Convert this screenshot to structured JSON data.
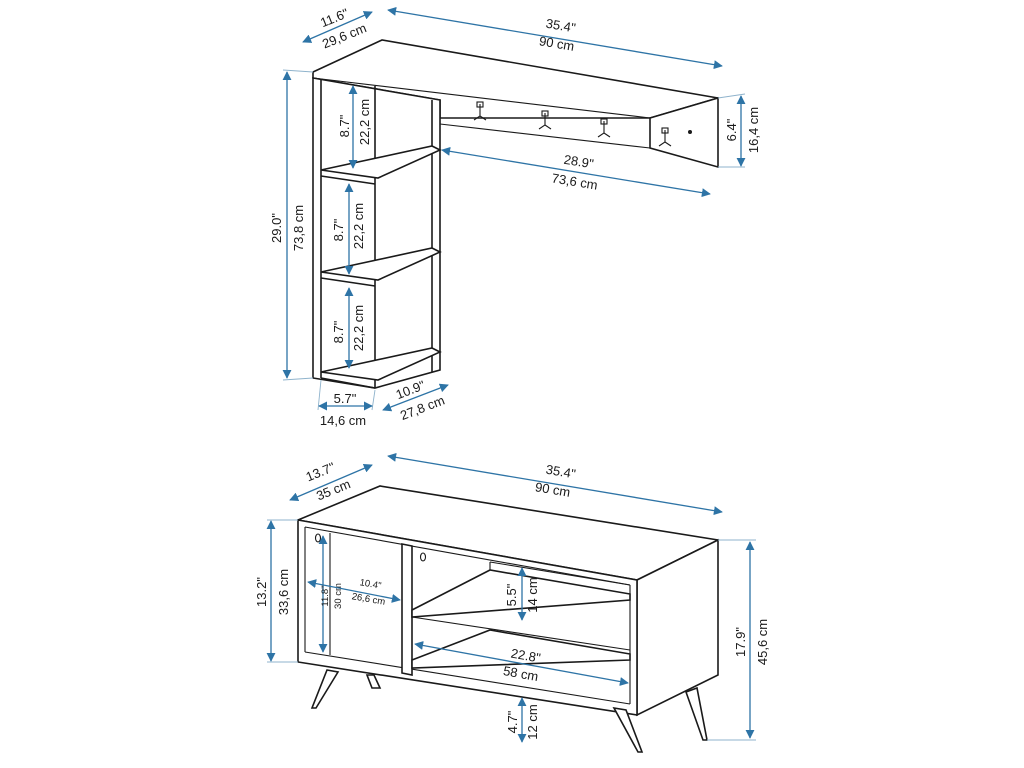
{
  "colors": {
    "outline": "#1a1a1a",
    "dimension": "#2e74a6",
    "background": "#ffffff"
  },
  "shelf_unit": {
    "depth": {
      "in": "11.6\"",
      "cm": "29,6 cm"
    },
    "width": {
      "in": "35.4\"",
      "cm": "90 cm"
    },
    "panel_height": {
      "in": "6.4\"",
      "cm": "16,4 cm"
    },
    "hook_length": {
      "in": "28.9\"",
      "cm": "73,6 cm"
    },
    "height": {
      "in": "29.0\"",
      "cm": "73,8 cm"
    },
    "compartment_1": {
      "in": "8.7\"",
      "cm": "22,2 cm"
    },
    "compartment_2": {
      "in": "8.7\"",
      "cm": "22,2 cm"
    },
    "compartment_3": {
      "in": "8.7\"",
      "cm": "22,2 cm"
    },
    "base_width": {
      "in": "5.7\"",
      "cm": "14,6 cm"
    },
    "base_depth": {
      "in": "10.9\"",
      "cm": "27,8 cm"
    }
  },
  "cabinet": {
    "depth": {
      "in": "13.7\"",
      "cm": "35 cm"
    },
    "width": {
      "in": "35.4\"",
      "cm": "90 cm"
    },
    "inner_height": {
      "in": "13.2\"",
      "cm": "33,6 cm"
    },
    "left_bay_height": {
      "in": "11.8\"",
      "cm": "30 cm"
    },
    "left_bay_width": {
      "in": "10.4\"",
      "cm": "26,6 cm"
    },
    "upper_shelf": {
      "in": "5.5\"",
      "cm": "14 cm"
    },
    "right_bay_width": {
      "in": "22.8\"",
      "cm": "58 cm"
    },
    "leg_height": {
      "in": "4.7\"",
      "cm": "12 cm"
    },
    "total_height": {
      "in": "17.9\"",
      "cm": "45,6 cm"
    }
  }
}
